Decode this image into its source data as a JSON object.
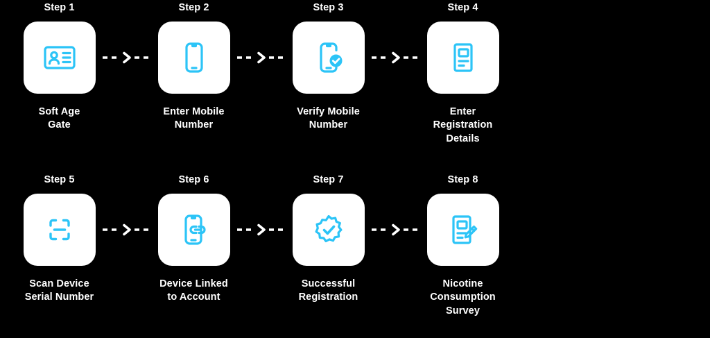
{
  "theme": {
    "background": "#000000",
    "card_background": "#ffffff",
    "icon_accent": "#2CC4F7",
    "text_color": "#ffffff"
  },
  "diagram": {
    "type": "process-flow",
    "rows": 2,
    "steps_per_row": 4,
    "connector_style": "dashed-arrow"
  },
  "rows": [
    {
      "steps": [
        {
          "label": "Step 1",
          "title": "Soft Age\nGate",
          "icon": "id-card-icon"
        },
        {
          "label": "Step 2",
          "title": "Enter Mobile\nNumber",
          "icon": "mobile-phone-icon"
        },
        {
          "label": "Step 3",
          "title": "Verify Mobile\nNumber",
          "icon": "mobile-phone-check-icon"
        },
        {
          "label": "Step 4",
          "title": "Enter Registration\nDetails",
          "icon": "registration-form-icon"
        }
      ]
    },
    {
      "steps": [
        {
          "label": "Step 5",
          "title": "Scan Device\nSerial Number",
          "icon": "barcode-scan-icon"
        },
        {
          "label": "Step 6",
          "title": "Device Linked\nto Account",
          "icon": "mobile-phone-link-icon"
        },
        {
          "label": "Step 7",
          "title": "Successful\nRegistration",
          "icon": "verified-badge-check-icon"
        },
        {
          "label": "Step 8",
          "title": "Nicotine\nConsumption\nSurvey",
          "icon": "survey-pencil-icon"
        }
      ]
    }
  ]
}
